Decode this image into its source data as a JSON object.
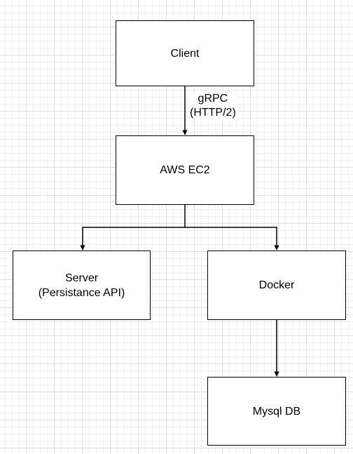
{
  "diagram": {
    "nodes": {
      "client": {
        "label": "Client"
      },
      "aws_ec2": {
        "label": "AWS EC2"
      },
      "server": {
        "line1": "Server",
        "line2": "(Persistance API)"
      },
      "docker": {
        "label": "Docker"
      },
      "mysql_db": {
        "label": "Mysql DB"
      }
    },
    "edge_labels": {
      "client_to_aws": {
        "line1": "gRPC",
        "line2": "(HTTP/2)"
      }
    }
  },
  "colors": {
    "stroke": "#000000",
    "node_fill": "#ffffff",
    "grid": "#dedede"
  }
}
